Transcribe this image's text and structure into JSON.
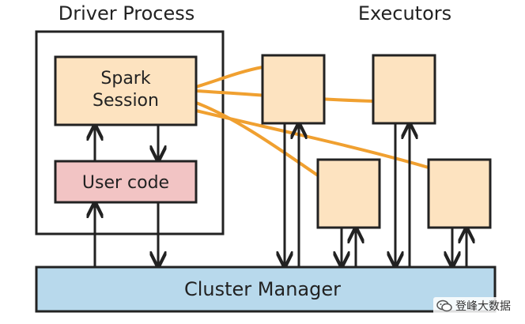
{
  "labels": {
    "driver_process": "Driver Process",
    "executors": "Executors",
    "spark_session_line1": "Spark",
    "spark_session_line2": "Session",
    "user_code": "User code",
    "cluster_manager": "Cluster Manager"
  },
  "watermark": {
    "text": "登峰大数据",
    "icon": "wechat-icon"
  },
  "colors": {
    "executor_fill": "#fde3c0",
    "spark_session_fill": "#fde3c0",
    "user_code_fill": "#f2c4c4",
    "cluster_manager_fill": "#b8d9ec",
    "connector_orange": "#f0a030",
    "stroke": "#222222"
  }
}
